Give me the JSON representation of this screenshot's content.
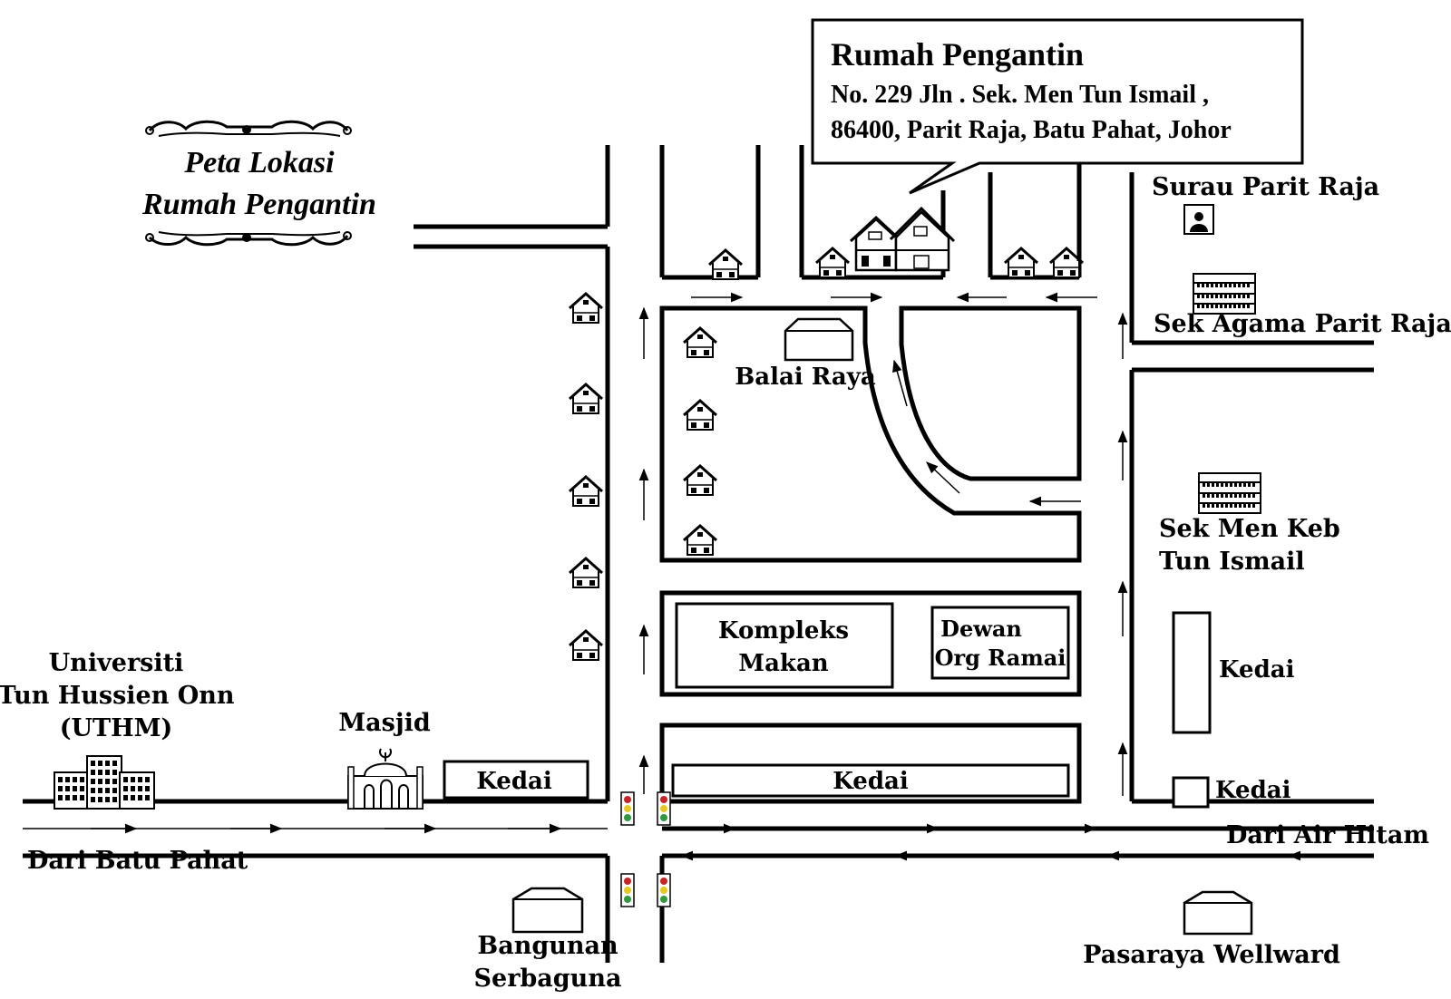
{
  "title": {
    "line1": "Peta Lokasi",
    "line2": "Rumah Pengantin"
  },
  "callout": {
    "heading": "Rumah Pengantin",
    "address_line1": "No. 229 Jln . Sek. Men Tun Ismail ,",
    "address_line2": "86400, Parit Raja, Batu Pahat, Johor"
  },
  "places": {
    "surau": "Surau Parit Raja",
    "sek_agama": "Sek Agama Parit Raja",
    "balai_raya": "Balai Raya",
    "sek_men_keb_1": "Sek Men Keb",
    "sek_men_keb_2": "Tun Ismail",
    "kompleks_1": "Kompleks",
    "kompleks_2": "Makan",
    "dewan_1": "Dewan",
    "dewan_2": "Org Ramai",
    "kedai_right_tall": "Kedai",
    "kedai_right_small": "Kedai",
    "kedai_center": "Kedai",
    "kedai_left": "Kedai",
    "uthm_1": "Universiti",
    "uthm_2": "Tun Hussien Onn",
    "uthm_3": "(UTHM)",
    "masjid": "Masjid",
    "bangunan_1": "Bangunan",
    "bangunan_2": "Serbaguna",
    "pasaraya": "Pasaraya Wellward"
  },
  "roads": {
    "dari_batu_pahat": "Dari Batu Pahat",
    "dari_air_hitam": "Dari Air Hitam"
  },
  "icons": {
    "house": "house-icon",
    "mosque": "mosque-icon",
    "school": "school-building-icon",
    "university": "university-building-icon",
    "traffic_light": "traffic-light-icon",
    "surau": "surau-icon",
    "hall": "hall-outline-icon",
    "ornament": "ornament-icon"
  },
  "colors": {
    "ink": "#000000",
    "paper": "#ffffff",
    "light_red": "#cc2222",
    "light_yellow": "#e8c81c",
    "light_green": "#2e9a3a"
  }
}
